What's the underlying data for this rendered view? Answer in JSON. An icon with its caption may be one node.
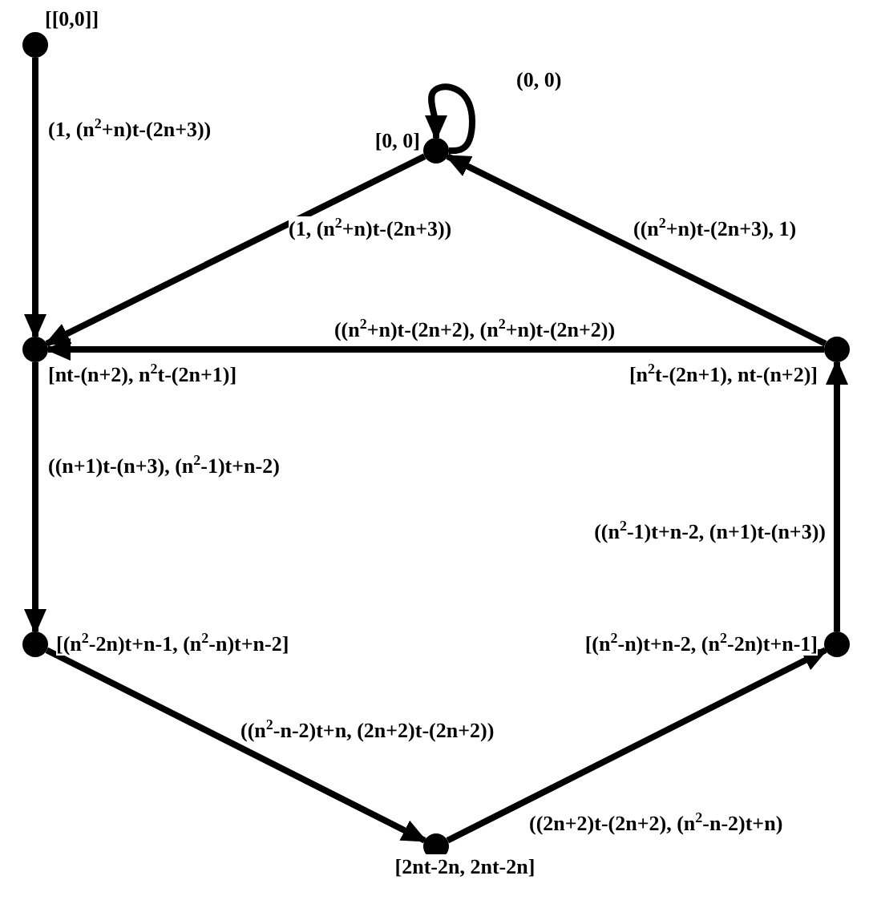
{
  "diagram": {
    "nodes": [
      {
        "text": [],
        "shape": "circle",
        "beside": [
          "[[0,0]]"
        ]
      },
      {
        "text": [],
        "shape": "circle",
        "beside": [
          "[0, 0]"
        ]
      },
      {
        "text": [],
        "shape": "circle",
        "beside": [
          "[nt-(n+2), n$^{2}$t-(2n+1)]"
        ]
      },
      {
        "text": [],
        "shape": "circle",
        "beside": [
          "[n$^{2}$t-(2n+1), nt-(n+2)]"
        ]
      },
      {
        "text": [],
        "shape": "circle",
        "beside": [
          "[(n$^{2}$-2n)t+n-1, (n$^{2}$-n)t+n-2]"
        ]
      },
      {
        "text": [],
        "shape": "circle",
        "beside": [
          "[2nt-2n, 2nt-2n]"
        ]
      },
      {
        "text": [],
        "shape": "circle",
        "beside": [
          "[(n$^{2}$-n)t+n-2, (n$^{2}$-2n)t+n-1]"
        ]
      }
    ],
    "edges": [
      {
        "from": 0,
        "to": 2,
        "arrow": "to",
        "label": "(1, (n$^{2}$+n)t-(2n+3))"
      },
      {
        "from": 1,
        "to": 1,
        "arrow": "to",
        "label": "(0, 0)"
      },
      {
        "from": 1,
        "to": 2,
        "arrow": "to",
        "label": "(1, (n$^{2}$+n)t-(2n+3))"
      },
      {
        "from": 3,
        "to": 1,
        "arrow": "to",
        "label": "((n$^{2}$+n)t-(2n+3), 1)"
      },
      {
        "from": 3,
        "to": 2,
        "arrow": "to",
        "label": "((n$^{2}$+n)t-(2n+2), (n$^{2}$+n)t-(2n+2))"
      },
      {
        "from": 2,
        "to": 4,
        "arrow": "to",
        "label": "((n+1)t-(n+3), (n$^{2}$-1)t+n-2)"
      },
      {
        "from": 4,
        "to": 5,
        "arrow": "to",
        "label": "((n$^{2}$-n-2)t+n, (2n+2)t-(2n+2))"
      },
      {
        "from": 5,
        "to": 6,
        "arrow": "to",
        "label": "((2n+2)t-(2n+2), (n$^{2}$-n-2)t+n)"
      },
      {
        "from": 6,
        "to": 3,
        "arrow": "to",
        "label": "((n$^{2}$-1)t+n-2, (n+1)t-(n+3))"
      }
    ]
  }
}
